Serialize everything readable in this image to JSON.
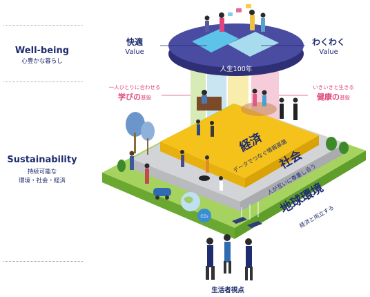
{
  "left_column": {
    "wellbeing_title": "Well-being",
    "wellbeing_sub": "心豊かな暮らし",
    "sustainability_title": "Sustainability",
    "sustainability_sub_1": "持続可能な",
    "sustainability_sub_2": "環境・社会・経済"
  },
  "top_disc": {
    "center_label": "人生100年",
    "left_title": "快適",
    "left_value": "Value",
    "right_title": "わくわく",
    "right_value": "Value"
  },
  "pillars": {
    "left_small": "一人ひとりに合わせる",
    "left_big": "学び",
    "left_connector": "の",
    "left_suffix": "基盤",
    "right_small": "いきいきと生きる",
    "right_big": "健康",
    "right_connector": "の",
    "right_suffix": "基盤"
  },
  "layers": {
    "economy_title": "経済",
    "economy_caption": "データでつなぐ情報基盤",
    "society_title": "社会",
    "society_caption": "人が互いに尊重し合う",
    "environment_title": "地球環境",
    "environment_caption": "経済と両立する"
  },
  "bottom": {
    "viewpoint_label": "生活者視点",
    "co2_label": "CO₂"
  },
  "colors": {
    "navy": "#1f2c6e",
    "pink": "#e0457b",
    "economy": "#f5c21b",
    "society": "#c8c9cc",
    "environment": "#8cc63f",
    "disc": "#3d3f8f"
  }
}
